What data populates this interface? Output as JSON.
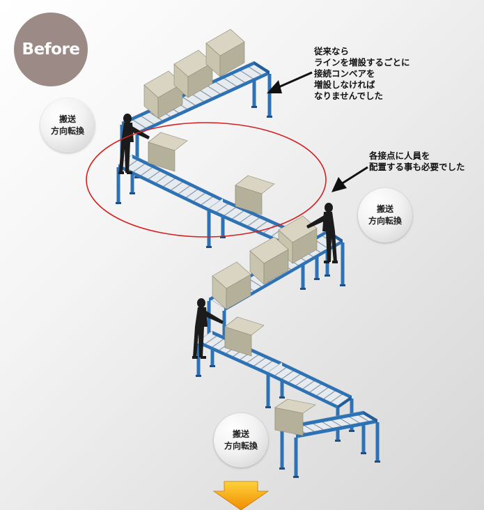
{
  "badge": {
    "label": "Before"
  },
  "callouts": {
    "top": {
      "lines": [
        "従来なら",
        "ラインを増設するごとに",
        "接続コンベアを",
        "増設しなければ",
        "なりませんでした"
      ]
    },
    "middle": {
      "lines": [
        "各接点に人員を",
        "配置する事も必要でした"
      ]
    }
  },
  "bubbles": {
    "left": {
      "line1": "搬送",
      "line2": "方向転換"
    },
    "right": {
      "line1": "搬送",
      "line2": "方向転換"
    },
    "bottom": {
      "line1": "搬送",
      "line2": "方向転換"
    }
  },
  "colors": {
    "conveyor_frame": "#2e72b6",
    "roller": "#e6ebf0",
    "box": "#d9d5c2",
    "highlight_ellipse": "#d42020",
    "arrow": "#f5a800",
    "worker": "#1b1b1b"
  },
  "icons": [
    "down-arrow-icon",
    "callout-arrow-icon",
    "worker-icon",
    "box-icon"
  ]
}
